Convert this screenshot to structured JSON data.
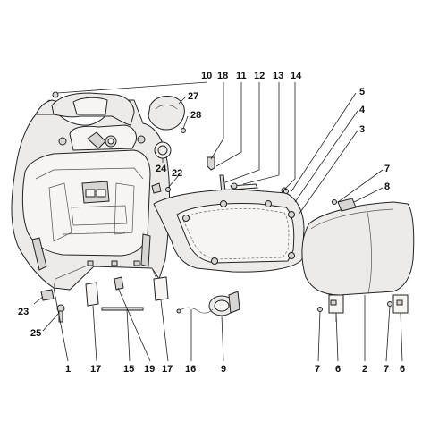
{
  "callouts": {
    "c10": "10",
    "c18": "18",
    "c11": "11",
    "c12": "12",
    "c13": "13",
    "c14": "14",
    "c27": "27",
    "c28": "28",
    "c24": "24",
    "c22": "22",
    "c5": "5",
    "c4": "4",
    "c3": "3",
    "c7a": "7",
    "c8": "8",
    "c23": "23",
    "c25": "25",
    "c1": "1",
    "c17a": "17",
    "c15": "15",
    "c19": "19",
    "c17b": "17",
    "c16": "16",
    "c9": "9",
    "c7b": "7",
    "c6a": "6",
    "c2": "2",
    "c7c": "7",
    "c6b": "6"
  },
  "colors": {
    "part_fill": "#ecebea",
    "line": "#222222"
  }
}
